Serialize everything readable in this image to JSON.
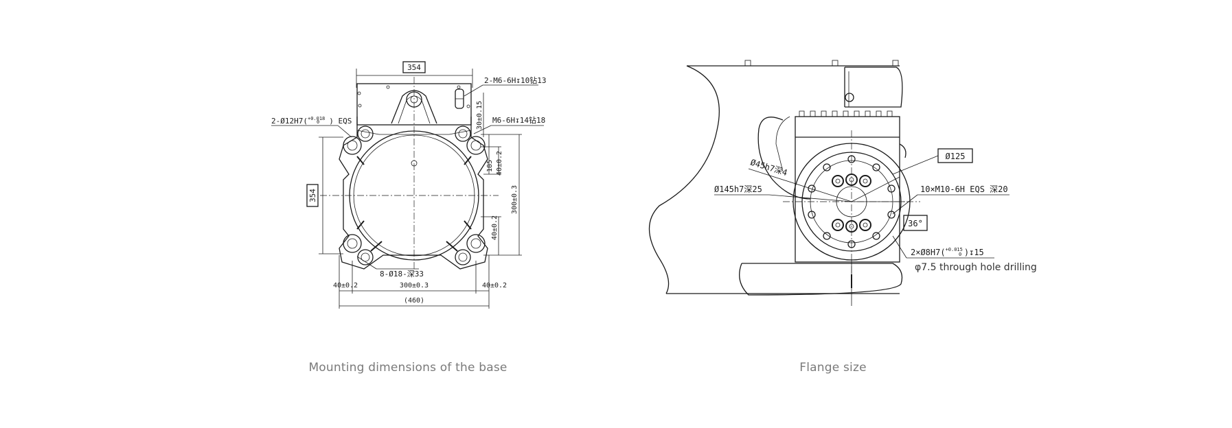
{
  "base": {
    "caption": "Mounting dimensions of the base",
    "dims": {
      "top_width": "354",
      "left_height": "354",
      "thread_top": "2-M6-6H↧10钻13",
      "thread_mid": "M6-6H↧14钻18",
      "pin_holes": "2-Ø12H7(",
      "pin_tol_up": "+0.018",
      "pin_tol_dn": "0",
      "pin_suffix": ") EQS",
      "dim_30": "30±0.15",
      "dim_185": "185",
      "dim_40_upper": "40±0.2",
      "dim_300_right": "300±0.3",
      "dim_40_lower": "40±0.2",
      "holes_8": "8-Ø18-深33",
      "bottom_40_left": "40±0.2",
      "bottom_300": "300±0.3",
      "bottom_40_right": "40±0.2",
      "overall": "(460)"
    }
  },
  "flange": {
    "caption": "Flange size",
    "dims": {
      "d125": "Ø125",
      "d45": "Ø45h7深4",
      "d145": "Ø145h7深25",
      "threads": "10×M10-6H EQS 深20",
      "angle": "36°",
      "pins": "2×Ø8H7(",
      "pins_tol_up": "+0.015",
      "pins_tol_dn": "0",
      "pins_suffix": ")↧15",
      "through_hole": "φ7.5 through hole drilling"
    }
  }
}
